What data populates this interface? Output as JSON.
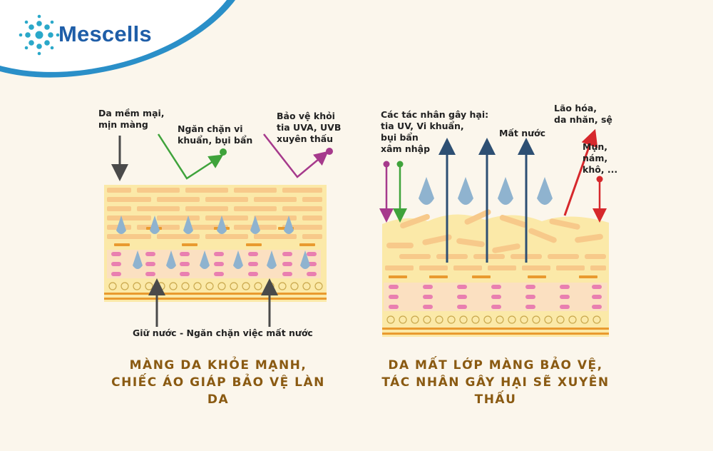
{
  "brand": {
    "name": "Mescells",
    "logo_icon": "cell-cluster-icon",
    "accent": "#1f5ea8"
  },
  "healthy": {
    "label_soft": "Da mềm mại,\nmịn màng",
    "label_block_bacteria": "Ngăn chặn vi\nkhuẩn, bụi bẩn",
    "label_uv_protect": "Bảo vệ khỏi\ntia UVA, UVB\nxuyên thấu",
    "label_retain": "Giữ nước - Ngăn chặn việc mất nước",
    "caption_line1": "MÀNG DA KHỎE MẠNH,",
    "caption_line2": "CHIẾC ÁO GIÁP BẢO VỆ LÀN DA"
  },
  "damaged": {
    "label_agents": "Các tác nhân gây hại:\ntia UV, Vi khuẩn,\nbụi bẩn\nxâm nhập",
    "label_water_loss": "Mất nước",
    "label_aging": "Lão hóa,\nda nhăn, sệ",
    "label_acne": "Mụn,\nnám,\nkhô, ...",
    "caption_line1": "DA MẤT LỚP MÀNG BẢO VỆ,",
    "caption_line2": "TÁC NHÂN GÂY HẠI SẼ XUYÊN THẤU"
  },
  "colors": {
    "background": "#fbf6ec",
    "skin_base": "#fbe9a8",
    "brick": "#f7c98a",
    "orange_bar": "#e99a2f",
    "pink_cell": "#e97fb0",
    "droplet": "#8fb3cf",
    "arrow_dark": "#4a4a4a",
    "arrow_green": "#3fa33b",
    "arrow_purple": "#a63a8c",
    "arrow_navy": "#2d4f73",
    "arrow_red": "#d6282c",
    "caption": "#8a5a12"
  }
}
